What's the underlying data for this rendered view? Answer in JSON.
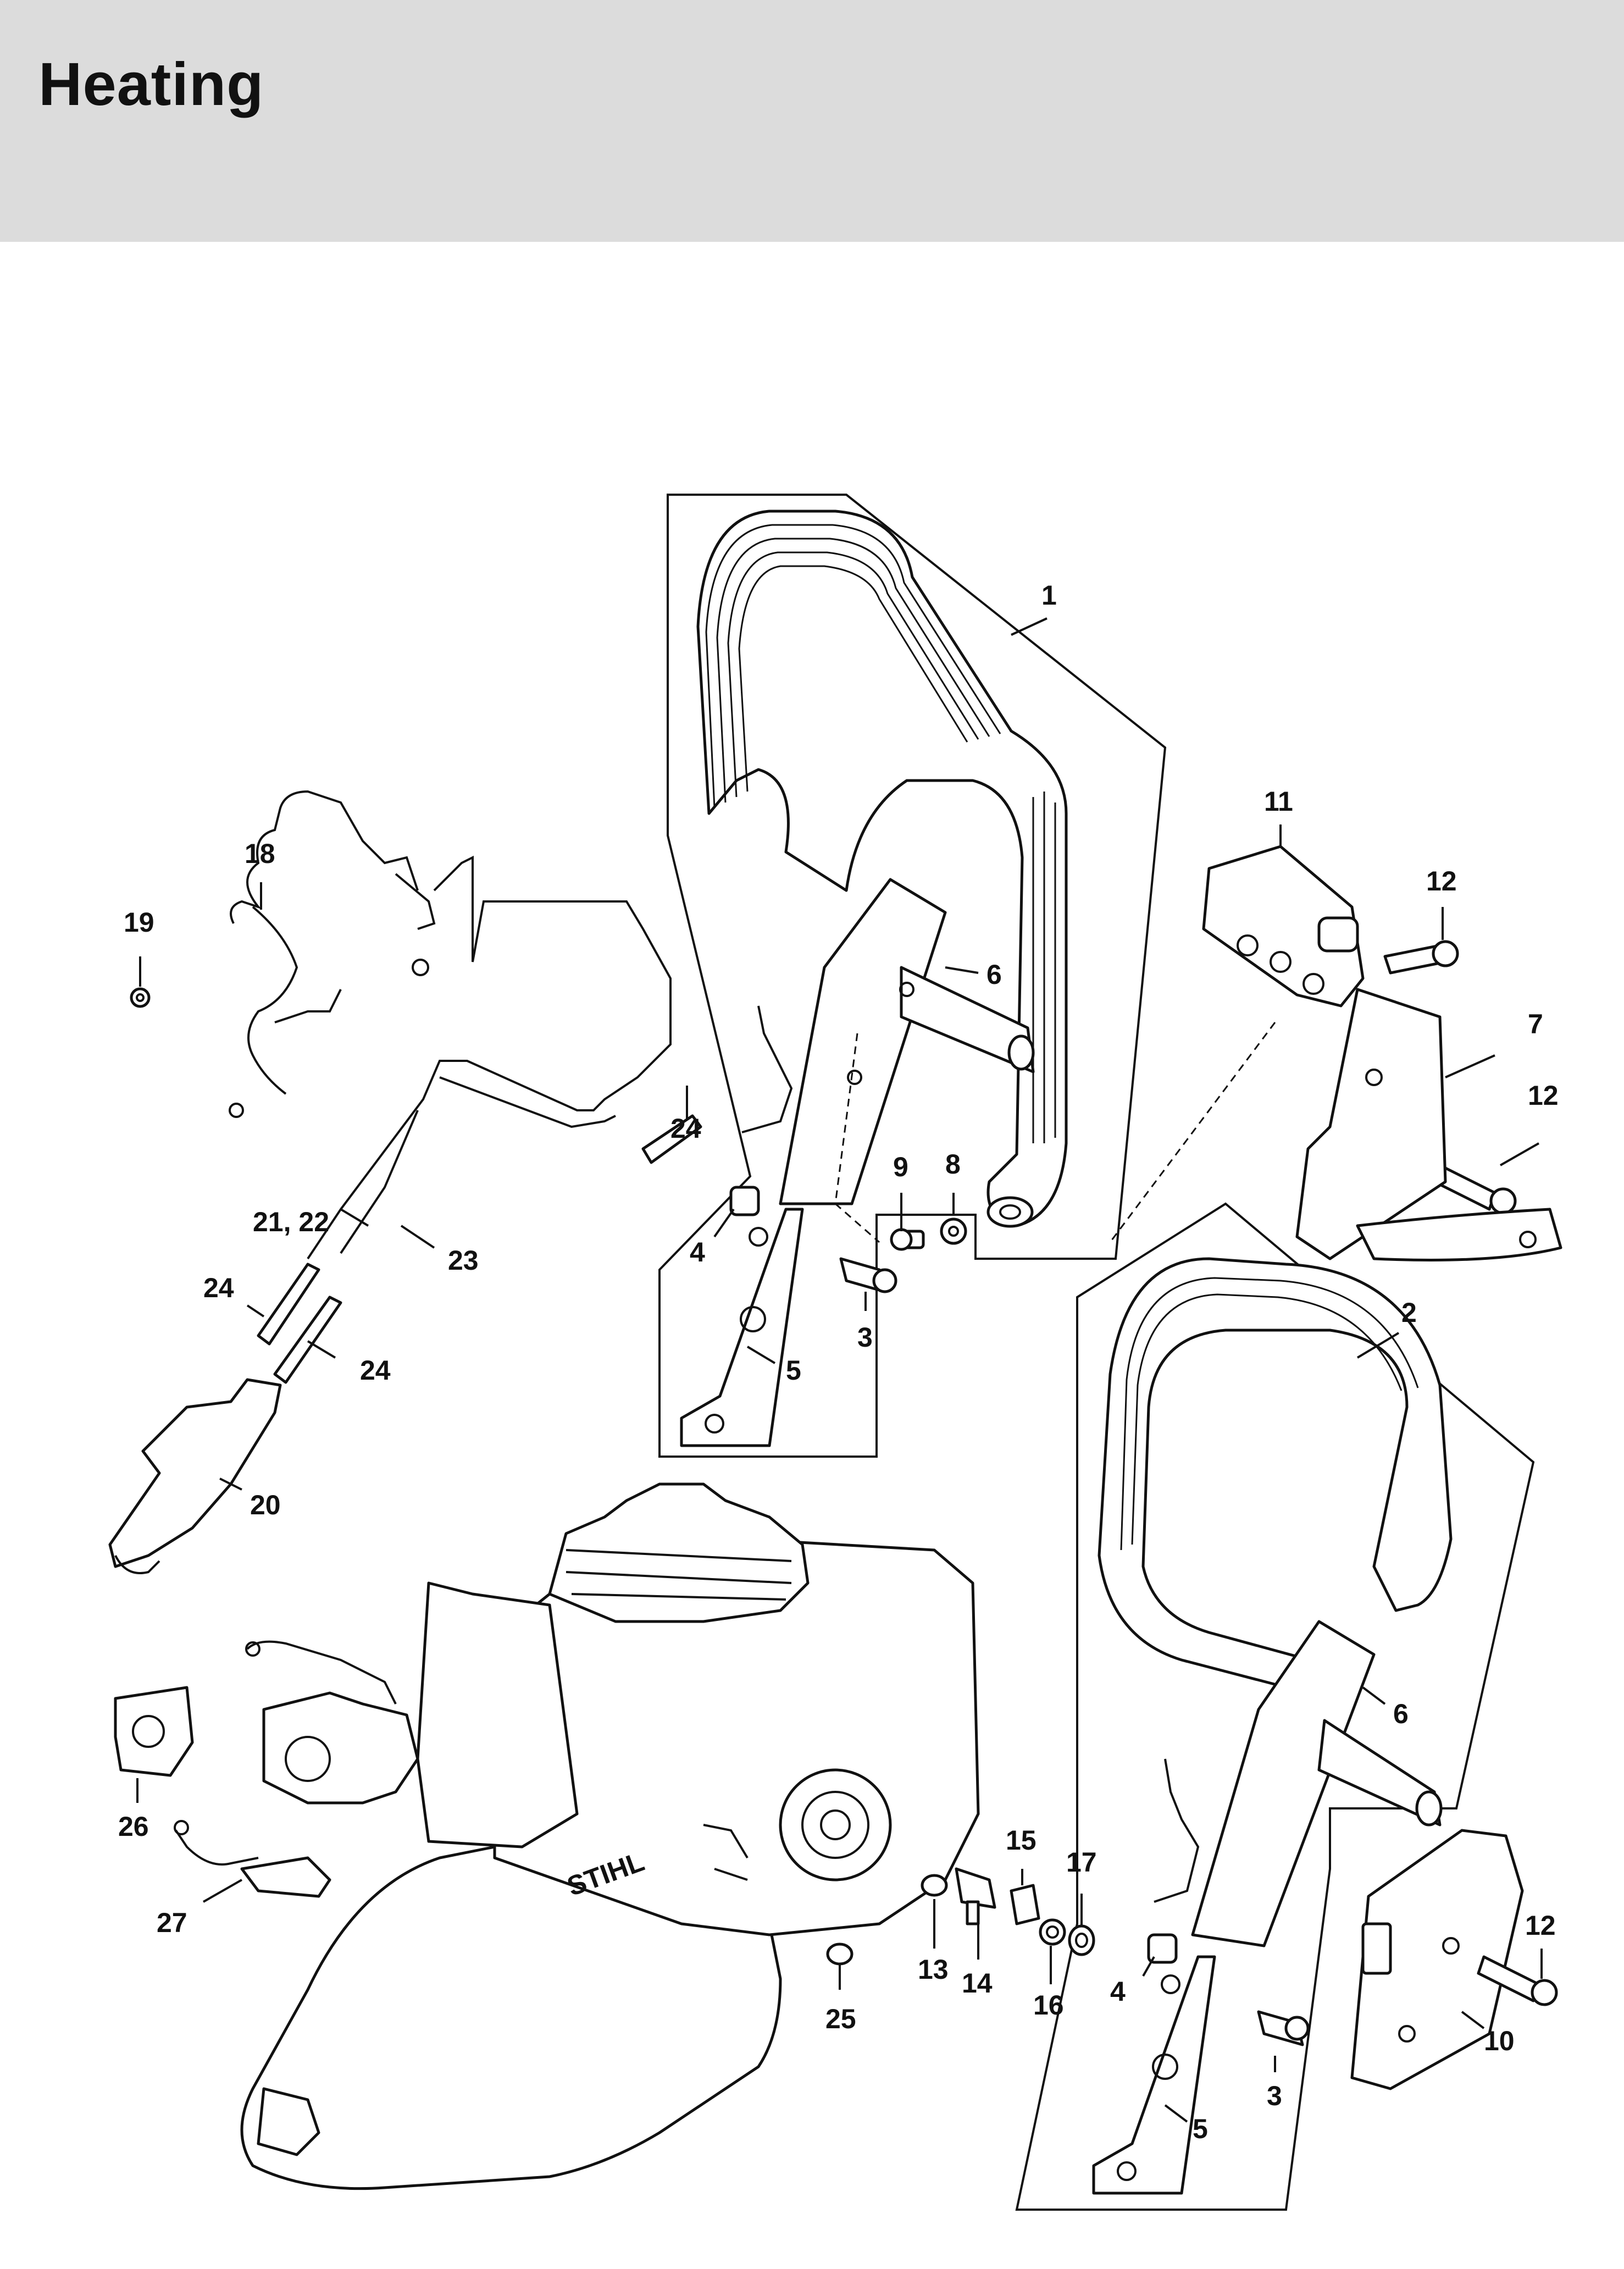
{
  "header": {
    "title": "Heating",
    "background": "#dcdcdc"
  },
  "logo": {
    "text": "STIHL"
  },
  "callouts": {
    "c1": "1",
    "c2": "2",
    "c3a": "3",
    "c3b": "3",
    "c4a": "4",
    "c4b": "4",
    "c5a": "5",
    "c5b": "5",
    "c6a": "6",
    "c6b": "6",
    "c7": "7",
    "c8": "8",
    "c9": "9",
    "c10": "10",
    "c11": "11",
    "c12a": "12",
    "c12b": "12",
    "c12c": "12",
    "c13": "13",
    "c14": "14",
    "c15": "15",
    "c16": "16",
    "c17": "17",
    "c18": "18",
    "c19": "19",
    "c20": "20",
    "c2122": "21, 22",
    "c23": "23",
    "c24a": "24",
    "c24b": "24",
    "c24c": "24",
    "c25": "25",
    "c26": "26",
    "c27": "27"
  }
}
